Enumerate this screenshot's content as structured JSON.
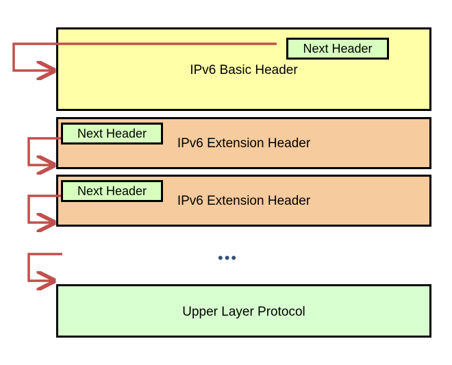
{
  "colors": {
    "basic_fill": "#FFFFA8",
    "extension_fill": "#F6CB9D",
    "next_header_fill": "#D8FFC0",
    "upper_fill": "#D8FFD0",
    "arrow": "#C0504D",
    "ellipsis": "#35507A"
  },
  "basic_header": {
    "label": "IPv6 Basic Header",
    "next_header": "Next Header"
  },
  "extension_headers": [
    {
      "label": "IPv6 Extension Header",
      "next_header": "Next Header"
    },
    {
      "label": "IPv6 Extension Header",
      "next_header": "Next Header"
    }
  ],
  "ellipsis": "•••",
  "upper_layer": {
    "label": "Upper Layer Protocol"
  }
}
